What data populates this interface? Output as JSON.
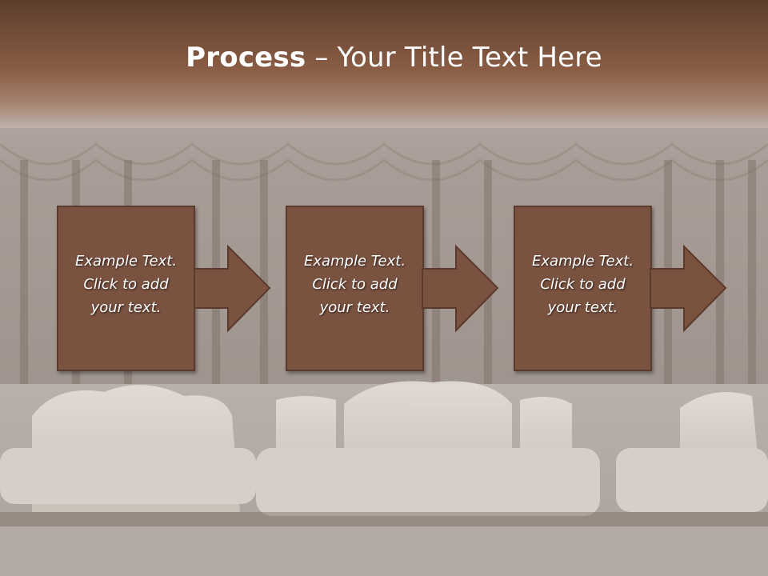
{
  "title": {
    "bold": "Process",
    "separator": " – ",
    "rest": "Your Title Text Here"
  },
  "steps": [
    {
      "text": "Example Text.\nClick  to add\nyour text."
    },
    {
      "text": "Example Text.\nClick  to add\nyour text."
    },
    {
      "text": "Example Text.\nClick  to add\nyour text."
    }
  ],
  "colors": {
    "header": "#7c5240",
    "box": "#7a5240",
    "box_border": "#5a3a2c",
    "background": "#b9b1ab"
  }
}
